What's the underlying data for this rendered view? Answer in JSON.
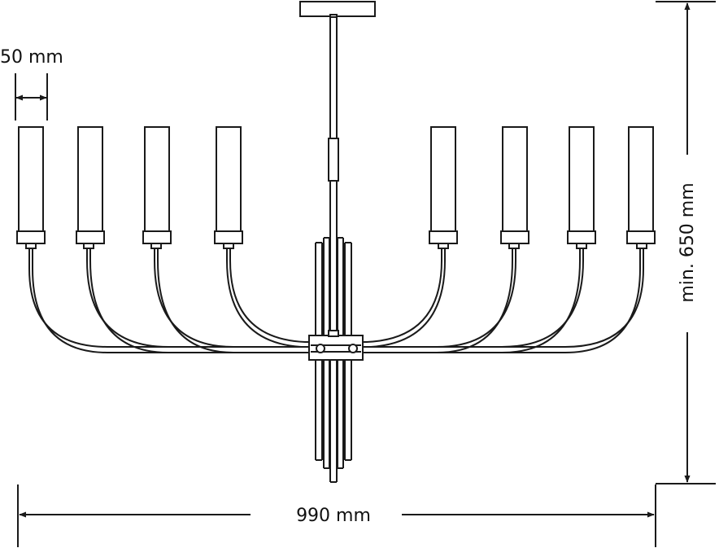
{
  "dimensions": {
    "width_label": "990 mm",
    "height_label": "min. 650 mm",
    "shade_diameter_label": "50 mm"
  },
  "shade_count": 8,
  "colors": {
    "line": "#1a1a1a",
    "background": "#ffffff"
  }
}
